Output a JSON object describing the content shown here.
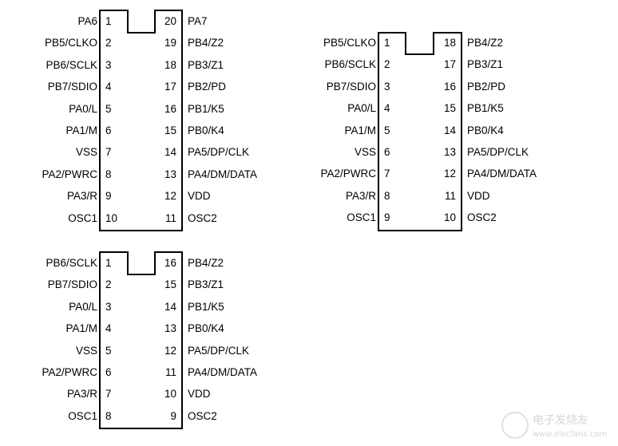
{
  "chips": [
    {
      "left_pins": [
        {
          "num": "1",
          "name": "PA6"
        },
        {
          "num": "2",
          "name": "PB5/CLKO"
        },
        {
          "num": "3",
          "name": "PB6/SCLK"
        },
        {
          "num": "4",
          "name": "PB7/SDIO"
        },
        {
          "num": "5",
          "name": "PA0/L"
        },
        {
          "num": "6",
          "name": "PA1/M"
        },
        {
          "num": "7",
          "name": "VSS"
        },
        {
          "num": "8",
          "name": "PA2/PWRC"
        },
        {
          "num": "9",
          "name": "PA3/R"
        },
        {
          "num": "10",
          "name": "OSC1"
        }
      ],
      "right_pins": [
        {
          "num": "20",
          "name": "PA7"
        },
        {
          "num": "19",
          "name": "PB4/Z2"
        },
        {
          "num": "18",
          "name": "PB3/Z1"
        },
        {
          "num": "17",
          "name": "PB2/PD"
        },
        {
          "num": "16",
          "name": "PB1/K5"
        },
        {
          "num": "15",
          "name": "PB0/K4"
        },
        {
          "num": "14",
          "name": "PA5/DP/CLK"
        },
        {
          "num": "13",
          "name": "PA4/DM/DATA"
        },
        {
          "num": "12",
          "name": "VDD"
        },
        {
          "num": "11",
          "name": "OSC2"
        }
      ]
    },
    {
      "left_pins": [
        {
          "num": "1",
          "name": "PB5/CLKO"
        },
        {
          "num": "2",
          "name": "PB6/SCLK"
        },
        {
          "num": "3",
          "name": "PB7/SDIO"
        },
        {
          "num": "4",
          "name": "PA0/L"
        },
        {
          "num": "5",
          "name": "PA1/M"
        },
        {
          "num": "6",
          "name": "VSS"
        },
        {
          "num": "7",
          "name": "PA2/PWRC"
        },
        {
          "num": "8",
          "name": "PA3/R"
        },
        {
          "num": "9",
          "name": "OSC1"
        }
      ],
      "right_pins": [
        {
          "num": "18",
          "name": "PB4/Z2"
        },
        {
          "num": "17",
          "name": "PB3/Z1"
        },
        {
          "num": "16",
          "name": "PB2/PD"
        },
        {
          "num": "15",
          "name": "PB1/K5"
        },
        {
          "num": "14",
          "name": "PB0/K4"
        },
        {
          "num": "13",
          "name": "PA5/DP/CLK"
        },
        {
          "num": "12",
          "name": "PA4/DM/DATA"
        },
        {
          "num": "11",
          "name": "VDD"
        },
        {
          "num": "10",
          "name": "OSC2"
        }
      ]
    },
    {
      "left_pins": [
        {
          "num": "1",
          "name": "PB6/SCLK"
        },
        {
          "num": "2",
          "name": "PB7/SDIO"
        },
        {
          "num": "3",
          "name": "PA0/L"
        },
        {
          "num": "4",
          "name": "PA1/M"
        },
        {
          "num": "5",
          "name": "VSS"
        },
        {
          "num": "6",
          "name": "PA2/PWRC"
        },
        {
          "num": "7",
          "name": "PA3/R"
        },
        {
          "num": "8",
          "name": "OSC1"
        }
      ],
      "right_pins": [
        {
          "num": "16",
          "name": "PB4/Z2"
        },
        {
          "num": "15",
          "name": "PB3/Z1"
        },
        {
          "num": "14",
          "name": "PB1/K5"
        },
        {
          "num": "13",
          "name": "PB0/K4"
        },
        {
          "num": "12",
          "name": "PA5/DP/CLK"
        },
        {
          "num": "11",
          "name": "PA4/DM/DATA"
        },
        {
          "num": "10",
          "name": "VDD"
        },
        {
          "num": "9",
          "name": "OSC2"
        }
      ]
    }
  ],
  "watermark": {
    "title": "电子发烧友",
    "url": "www.elecfans.com"
  }
}
